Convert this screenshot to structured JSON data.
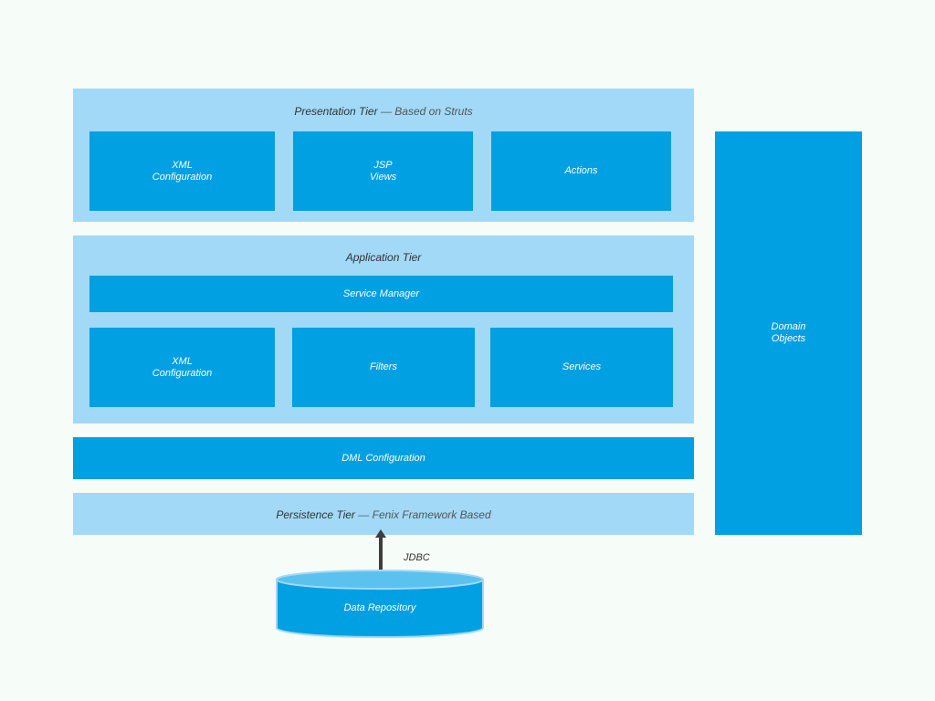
{
  "presentation_tier": {
    "title": "Presentation Tier",
    "separator": "—",
    "subtitle": "Based on Struts",
    "boxes": [
      "XML\nConfiguration",
      "JSP\nViews",
      "Actions"
    ]
  },
  "application_tier": {
    "title": "Application Tier",
    "service_manager": "Service Manager",
    "boxes": [
      "XML\nConfiguration",
      "Filters",
      "Services"
    ]
  },
  "dml_configuration": "DML Configuration",
  "persistence_tier": {
    "title": "Persistence Tier",
    "separator": "—",
    "subtitle": "Fenix Framework Based"
  },
  "domain_objects": "Domain\nObjects",
  "connection": {
    "label": "JDBC"
  },
  "data_repository": "Data Repository",
  "colors": {
    "background": "#f6fcf7",
    "tier_fill": "#a2d9f6",
    "box_fill": "#01a0e3",
    "db_top": "#5bc2ef",
    "arrow": "#3d3d3d"
  }
}
